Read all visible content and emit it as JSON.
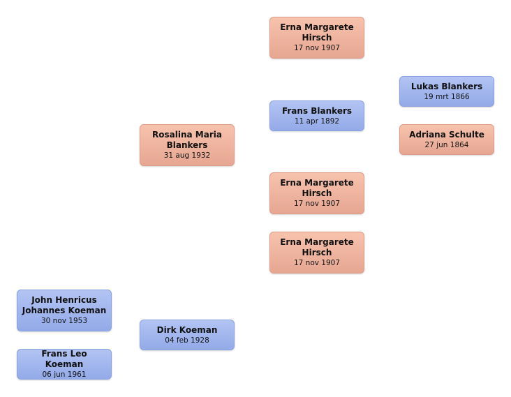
{
  "people": {
    "erna_top": {
      "name": "Erna Margarete\nHirsch",
      "date": "17 nov 1907",
      "sex": "female"
    },
    "lukas": {
      "name": "Lukas Blankers",
      "date": "19 mrt 1866",
      "sex": "male"
    },
    "frans_b": {
      "name": "Frans Blankers",
      "date": "11 apr 1892",
      "sex": "male"
    },
    "rosalina": {
      "name": "Rosalina Maria\nBlankers",
      "date": "31 aug 1932",
      "sex": "female"
    },
    "adriana": {
      "name": "Adriana  Schulte",
      "date": "27 jun 1864",
      "sex": "female"
    },
    "erna_mid": {
      "name": "Erna Margarete\nHirsch",
      "date": "17 nov 1907",
      "sex": "female"
    },
    "erna_low": {
      "name": "Erna Margarete\nHirsch",
      "date": "17 nov 1907",
      "sex": "female"
    },
    "john": {
      "name": "John Henricus\nJohannes Koeman",
      "date": "30 nov 1953",
      "sex": "male"
    },
    "dirk": {
      "name": "Dirk Koeman",
      "date": "04 feb 1928",
      "sex": "male"
    },
    "frans_leo": {
      "name": "Frans Leo Koeman",
      "date": "06 jun 1961",
      "sex": "male"
    }
  }
}
